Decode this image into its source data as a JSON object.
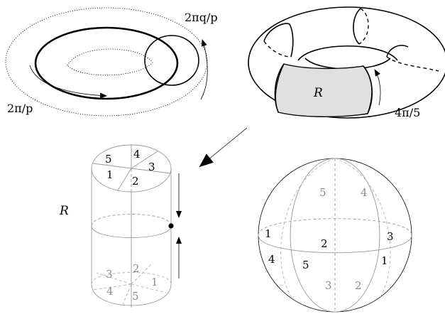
{
  "labels": {
    "torus_left_top": "2πq/p",
    "torus_left_bottom": "2π/p",
    "torus_right_region": "R",
    "torus_right_angle": "4π/5",
    "cylinder_region": "R"
  },
  "cylinder_top_sectors": [
    "5",
    "4",
    "3",
    "2",
    "1"
  ],
  "cylinder_bottom_sectors": [
    "3",
    "2",
    "1",
    "5",
    "4"
  ],
  "sphere_front_numbers": [
    "1",
    "2",
    "3",
    "4",
    "5",
    "1"
  ],
  "sphere_back_numbers": [
    "5",
    "4",
    "3",
    "2"
  ]
}
